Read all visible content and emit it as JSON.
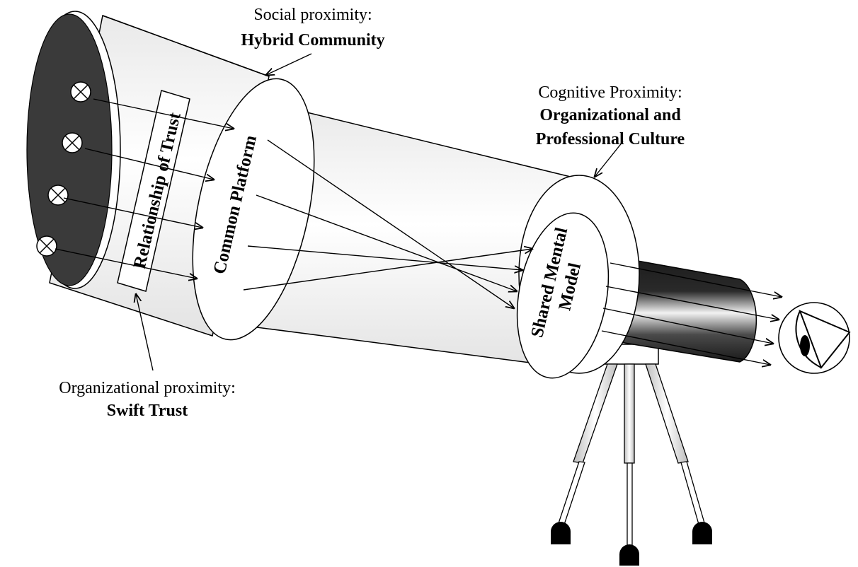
{
  "labels": {
    "social": {
      "line1": "Social proximity:",
      "line2": "Hybrid Community"
    },
    "cognitive": {
      "line1": "Cognitive Proximity:",
      "line2": "Organizational and",
      "line3": "Professional Culture"
    },
    "organizational": {
      "line1": "Organizational proximity:",
      "line2": "Swift Trust"
    },
    "trust_box": "Relationship of Trust",
    "common_platform": "Common Platform",
    "shared_model": {
      "line1": "Shared Mental",
      "line2": "Model"
    }
  },
  "icons": [
    "cross-circle-icon",
    "eye-icon",
    "tripod-icon"
  ],
  "colors": {
    "lens_dark": "#3a3a3a",
    "eyepiece_dark": "#1a1a1a",
    "outline": "#000000",
    "body": "#ffffff"
  }
}
